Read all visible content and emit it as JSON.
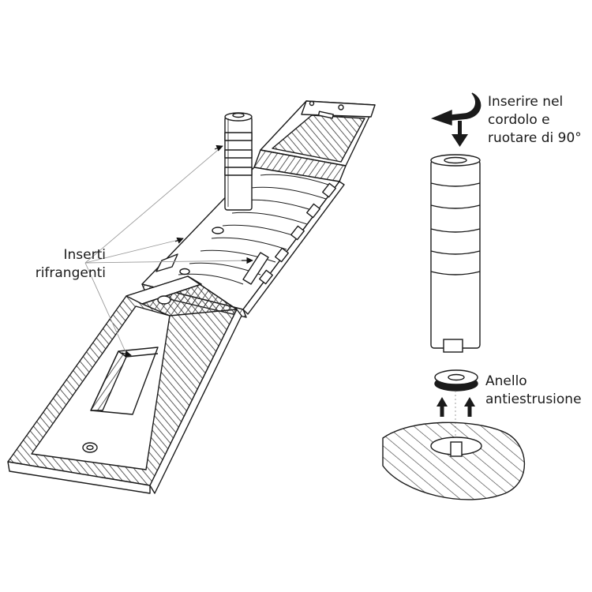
{
  "labels": {
    "reflective_inserts": [
      "Inserti",
      "rifrangenti"
    ],
    "insert_instruction": [
      "Inserire nel",
      "cordolo e",
      "ruotare di 90°"
    ],
    "ring": [
      "Anello",
      "antiestrusione"
    ]
  },
  "colors": {
    "line": "#1a1a1a",
    "hatch": "#333333",
    "leader": "#9a9a9a",
    "background": "#ffffff"
  },
  "icons": [
    "rotation-arrow-icon",
    "down-arrow-icon",
    "up-arrow-icon"
  ]
}
